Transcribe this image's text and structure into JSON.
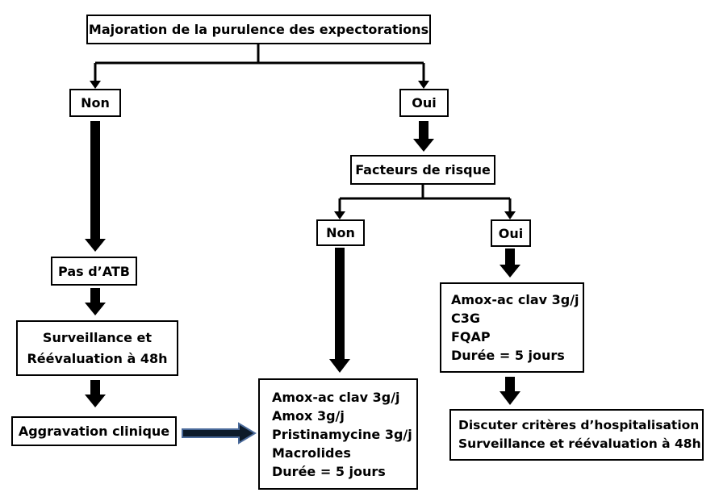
{
  "nodes": {
    "root": "Majoration de la purulence des expectorations",
    "non_1": "Non",
    "oui_1": "Oui",
    "facteurs": "Facteurs de risque",
    "non_2": "Non",
    "oui_2": "Oui",
    "pas_atb": "Pas d’ATB",
    "surveillance": [
      "Surveillance et",
      "Réévaluation à 48h"
    ],
    "aggravation": "Aggravation clinique",
    "treatment_non": [
      "Amox-ac clav 3g/j",
      "Amox 3g/j",
      "Pristinamycine 3g/j",
      "Macrolides",
      "Durée = 5 jours"
    ],
    "treatment_oui": [
      "Amox-ac clav 3g/j",
      "C3G",
      "FQAP",
      "Durée = 5 jours"
    ],
    "hospitalisation": [
      "Discuter critères d’hospitalisation",
      "Surveillance et réévaluation à 48h"
    ]
  },
  "colors": {
    "line": "#000000",
    "aggravation_arrow_fill": "#0d1b2a",
    "aggravation_arrow_outline": "#4a6a9a"
  }
}
